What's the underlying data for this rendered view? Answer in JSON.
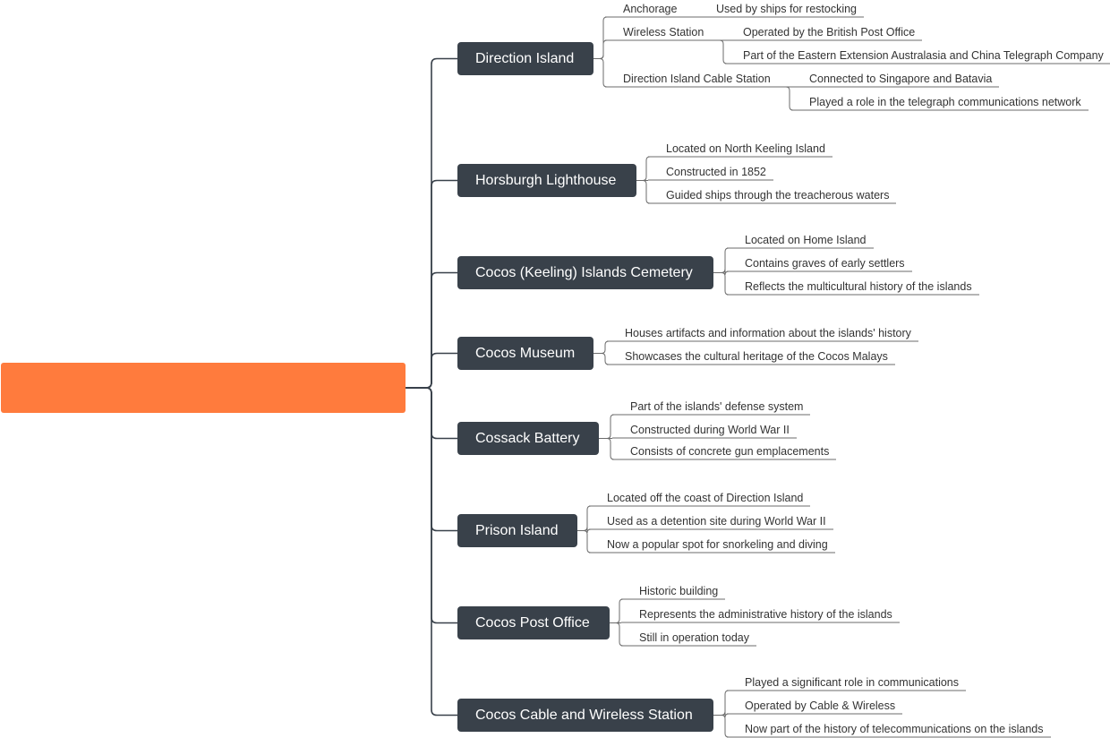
{
  "root": {
    "label": ""
  },
  "topics": [
    {
      "label": "Direction Island",
      "children": [
        {
          "label": "Anchorage",
          "children": [
            {
              "label": "Used by ships for restocking"
            }
          ]
        },
        {
          "label": "Wireless Station",
          "children": [
            {
              "label": "Operated by the British Post Office"
            },
            {
              "label": "Part of the Eastern Extension Australasia and China Telegraph Company"
            }
          ]
        },
        {
          "label": "Direction Island Cable Station",
          "children": [
            {
              "label": "Connected to Singapore and Batavia"
            },
            {
              "label": "Played a role in the telegraph communications network"
            }
          ]
        }
      ]
    },
    {
      "label": "Horsburgh Lighthouse",
      "children": [
        {
          "label": "Located on North Keeling Island"
        },
        {
          "label": "Constructed in 1852"
        },
        {
          "label": "Guided ships through the treacherous waters"
        }
      ]
    },
    {
      "label": "Cocos (Keeling) Islands Cemetery",
      "children": [
        {
          "label": "Located on Home Island"
        },
        {
          "label": "Contains graves of early settlers"
        },
        {
          "label": "Reflects the multicultural history of the islands"
        }
      ]
    },
    {
      "label": "Cocos Museum",
      "children": [
        {
          "label": "Houses artifacts and information about the islands' history"
        },
        {
          "label": "Showcases the cultural heritage of the Cocos Malays"
        }
      ]
    },
    {
      "label": "Cossack Battery",
      "children": [
        {
          "label": "Part of the islands' defense system"
        },
        {
          "label": "Constructed during World War II"
        },
        {
          "label": "Consists of concrete gun emplacements"
        }
      ]
    },
    {
      "label": "Prison Island",
      "children": [
        {
          "label": "Located off the coast of Direction Island"
        },
        {
          "label": "Used as a detention site during World War II"
        },
        {
          "label": "Now a popular spot for snorkeling and diving"
        }
      ]
    },
    {
      "label": "Cocos Post Office",
      "children": [
        {
          "label": "Historic building"
        },
        {
          "label": "Represents the administrative history of the islands"
        },
        {
          "label": "Still in operation today"
        }
      ]
    },
    {
      "label": "Cocos Cable and Wireless Station",
      "children": [
        {
          "label": "Played a significant role in communications"
        },
        {
          "label": "Operated by Cable & Wireless"
        },
        {
          "label": "Now part of the history of telecommunications on the islands"
        }
      ]
    }
  ]
}
